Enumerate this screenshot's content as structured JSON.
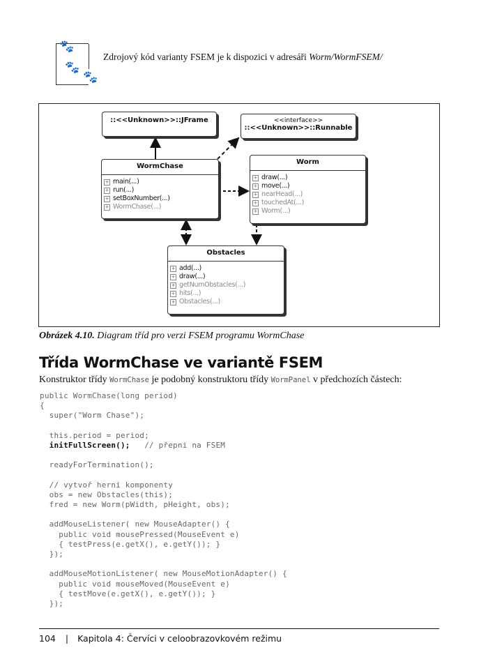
{
  "note": {
    "text": "Zdrojový kód varianty FSEM je k dispozici v adresáři ",
    "path": "Worm/WormFSEM/",
    "icon": "paw-prints-icon"
  },
  "diagram": {
    "jframe": {
      "title": "::<<Unknown>>::JFrame"
    },
    "runnable": {
      "stereotype": "<<interface>>",
      "title": "::<<Unknown>>::Runnable"
    },
    "wormchase": {
      "title": "WormChase",
      "ops": [
        {
          "label": "main(...)",
          "dim": false
        },
        {
          "label": "run(...)",
          "dim": false
        },
        {
          "label": "setBoxNumber(...)",
          "dim": false
        },
        {
          "label": "WormChase(...)",
          "dim": true
        }
      ]
    },
    "worm": {
      "title": "Worm",
      "ops": [
        {
          "label": "draw(...)",
          "dim": false
        },
        {
          "label": "move(...)",
          "dim": false
        },
        {
          "label": "nearHead(...)",
          "dim": true
        },
        {
          "label": "touchedAt(...)",
          "dim": true
        },
        {
          "label": "Worm(...)",
          "dim": true
        }
      ]
    },
    "obstacles": {
      "title": "Obstacles",
      "ops": [
        {
          "label": "add(...)",
          "dim": false
        },
        {
          "label": "draw(...)",
          "dim": false
        },
        {
          "label": "getNumObstacles(...)",
          "dim": true
        },
        {
          "label": "hits(...)",
          "dim": true
        },
        {
          "label": "Obstacles(...)",
          "dim": true
        }
      ]
    }
  },
  "caption": {
    "label": "Obrázek 4.10.",
    "text": " Diagram tříd pro verzi FSEM programu WormChase"
  },
  "section": {
    "heading": "Třída WormChase ve variantě FSEM",
    "para": {
      "p1": "Konstruktor třídy ",
      "c1": "WormChase",
      "p2": " je podobný konstruktoru třídy ",
      "c2": "WormPanel",
      "p3": " v předchozích částech:"
    }
  },
  "code": [
    {
      "text": "public WormChase(long period)"
    },
    {
      "text": "{"
    },
    {
      "text": "  super(\"Worm Chase\");"
    },
    {
      "text": ""
    },
    {
      "text": "  this.period = period;"
    },
    {
      "bold": "  initFullScreen();",
      "text": "   // přepni na FSEM"
    },
    {
      "text": ""
    },
    {
      "text": "  readyForTermination();"
    },
    {
      "text": ""
    },
    {
      "text": "  // vytvoř herni komponenty"
    },
    {
      "text": "  obs = new Obstacles(this);"
    },
    {
      "text": "  fred = new Worm(pWidth, pHeight, obs);"
    },
    {
      "text": ""
    },
    {
      "text": "  addMouseListener( new MouseAdapter() {"
    },
    {
      "text": "    public void mousePressed(MouseEvent e)"
    },
    {
      "text": "    { testPress(e.getX(), e.getY()); }"
    },
    {
      "text": "  });"
    },
    {
      "text": ""
    },
    {
      "text": "  addMouseMotionListener( new MouseMotionAdapter() {"
    },
    {
      "text": "    public void mouseMoved(MouseEvent e)"
    },
    {
      "text": "    { testMove(e.getX(), e.getY()); }"
    },
    {
      "text": "  });"
    }
  ],
  "footer": {
    "page": "104",
    "separator": "|",
    "chapter": "Kapitola 4: Červíci v celoobrazovkovém režimu"
  }
}
